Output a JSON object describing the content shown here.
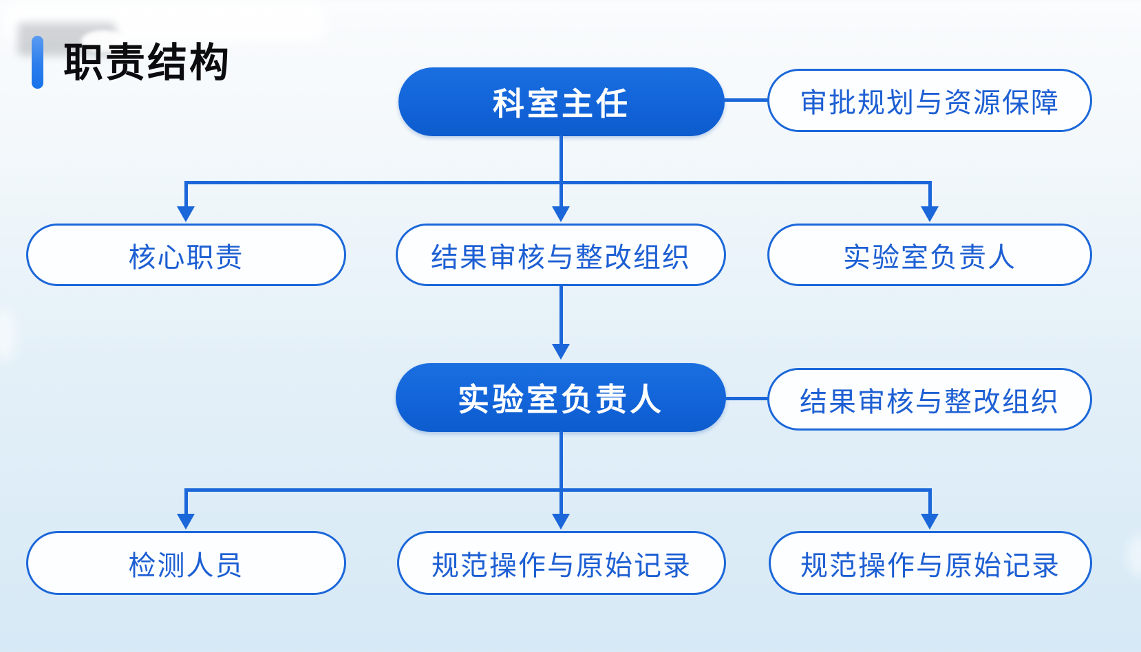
{
  "title": {
    "text": "职责结构"
  },
  "colors": {
    "primary_node_fill": "#1164d8",
    "node_border": "#1b67d9",
    "node_text_blue": "#1d5fd3",
    "primary_node_text": "#ffffff",
    "connector_line": "#1b67d9",
    "title_text": "#0c0c0e",
    "background_top": "#fafcfd",
    "background_bottom": "#d6e9f6"
  },
  "nodes": [
    {
      "id": "dept-head",
      "label": "科室主任",
      "type": "primary",
      "row": 1
    },
    {
      "id": "approval-planning",
      "label": "审批规划与资源保障",
      "type": "outline",
      "row": 1
    },
    {
      "id": "core-duties",
      "label": "核心职责",
      "type": "outline",
      "row": 2
    },
    {
      "id": "result-review-top",
      "label": "结果审核与整改组织",
      "type": "outline",
      "row": 2
    },
    {
      "id": "lab-head-side",
      "label": "实验室负责人",
      "type": "outline",
      "row": 2
    },
    {
      "id": "lab-head",
      "label": "实验室负责人",
      "type": "primary",
      "row": 3
    },
    {
      "id": "result-review-side",
      "label": "结果审核与整改组织",
      "type": "outline",
      "row": 3
    },
    {
      "id": "testing-staff",
      "label": "检测人员",
      "type": "outline",
      "row": 4
    },
    {
      "id": "standard-ops-center",
      "label": "规范操作与原始记录",
      "type": "outline",
      "row": 4
    },
    {
      "id": "standard-ops-right",
      "label": "规范操作与原始记录",
      "type": "outline",
      "row": 4
    }
  ],
  "edges": [
    {
      "from": "dept-head",
      "to": "approval-planning",
      "style": "plain-horizontal"
    },
    {
      "from": "dept-head",
      "to": "core-duties",
      "style": "arrow"
    },
    {
      "from": "dept-head",
      "to": "result-review-top",
      "style": "arrow"
    },
    {
      "from": "dept-head",
      "to": "lab-head-side",
      "style": "arrow"
    },
    {
      "from": "result-review-top",
      "to": "lab-head",
      "style": "arrow"
    },
    {
      "from": "lab-head",
      "to": "result-review-side",
      "style": "plain-horizontal"
    },
    {
      "from": "lab-head",
      "to": "testing-staff",
      "style": "arrow"
    },
    {
      "from": "lab-head",
      "to": "standard-ops-center",
      "style": "arrow"
    },
    {
      "from": "lab-head",
      "to": "standard-ops-right",
      "style": "arrow"
    }
  ]
}
